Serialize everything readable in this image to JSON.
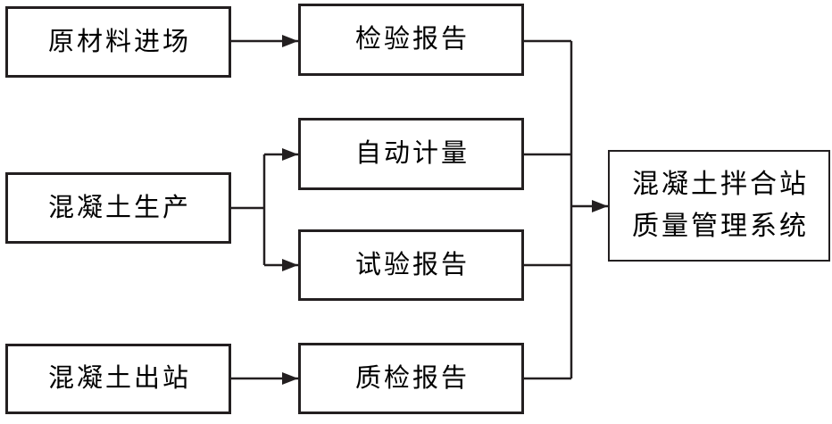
{
  "diagram": {
    "type": "flowchart",
    "background_color": "#ffffff",
    "line_color": "#231f20",
    "box_border_color": "#231f20",
    "text_color": "#000000",
    "nodes": {
      "raw_material_entry": {
        "label": "原材料进场"
      },
      "concrete_production": {
        "label": "混凝土生产"
      },
      "concrete_exit": {
        "label": "混凝土出站"
      },
      "inspection_report": {
        "label": "检验报告"
      },
      "auto_measurement": {
        "label": "自动计量"
      },
      "test_report": {
        "label": "试验报告"
      },
      "quality_report": {
        "label": "质检报告"
      },
      "system": {
        "label_line1": "混凝土拌合站",
        "label_line2": "质量管理系统"
      }
    },
    "edges": [
      {
        "from": "原材料进场",
        "to": "检验报告"
      },
      {
        "from": "混凝土生产",
        "to": "自动计量"
      },
      {
        "from": "混凝土生产",
        "to": "试验报告"
      },
      {
        "from": "混凝土出站",
        "to": "质检报告"
      },
      {
        "from": "检验报告",
        "to": "混凝土拌合站质量管理系统"
      },
      {
        "from": "自动计量",
        "to": "混凝土拌合站质量管理系统"
      },
      {
        "from": "试验报告",
        "to": "混凝土拌合站质量管理系统"
      },
      {
        "from": "质检报告",
        "to": "混凝土拌合站质量管理系统"
      }
    ]
  }
}
